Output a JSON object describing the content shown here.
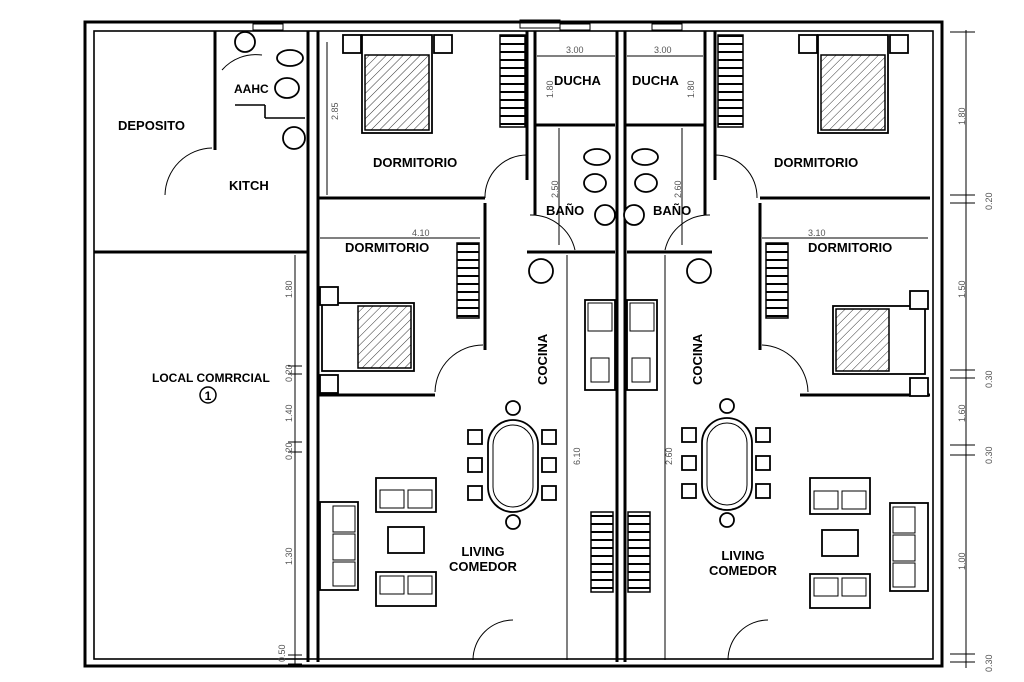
{
  "rooms": {
    "deposito": "DEPOSITO",
    "kitch": "KITCH",
    "aahc": "AAHC",
    "local": "LOCAL COMRRCIAL",
    "local_number": "1",
    "dorm_tl": "DORMITORIO",
    "dorm_ml": "DORMITORIO",
    "ducha_l": "DUCHA",
    "ducha_r": "DUCHA",
    "bano_l": "BAÑO",
    "bano_r": "BAÑO",
    "dorm_tr": "DORMITORIO",
    "dorm_mr": "DORMITORIO",
    "cocina_l": "COCINA",
    "cocina_r": "COCINA",
    "living_l": "LIVING",
    "comedor_l": "COMEDOR",
    "living_r": "LIVING",
    "comedor_r": "COMEDOR"
  },
  "dimensions": {
    "right": [
      "1.80",
      "0.20",
      "1.50",
      "0.30",
      "1.60",
      "0.30",
      "1.00",
      "0.30"
    ],
    "left": [
      "1.80",
      "0.20",
      "1.40",
      "0.20",
      "1.30",
      "0.50"
    ],
    "dorm_tl_height": "2.85",
    "ducha_l_width": "3.00",
    "ducha_r_width": "3.00",
    "ducha_l_height": "1.80",
    "ducha_r_height": "1.80",
    "bano_l_height": "2.50",
    "bano_r_height": "2.60",
    "dorm_ml_width": "4.10",
    "dorm_mr_width": "3.10",
    "cocina_l_len": "6.10",
    "cocina_r_len": "2.60"
  }
}
